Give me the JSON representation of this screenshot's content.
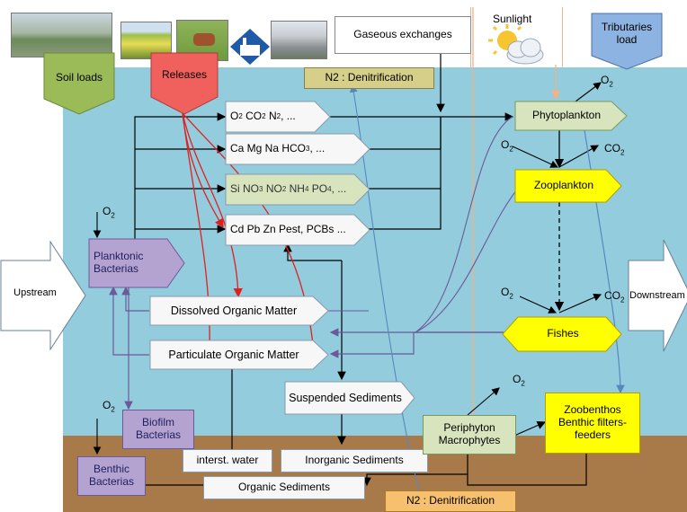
{
  "header": {
    "sunlight": "Sunlight",
    "gaseous_exchanges": "Gaseous exchanges",
    "tributaries_load": "Tributaries load",
    "n2_denitrification_top": "N2 : Denitrification"
  },
  "inputs": {
    "soil_loads": "Soil loads",
    "releases": "Releases",
    "upstream": "Upstream",
    "downstream": "Downstream"
  },
  "dissolved": {
    "gases_o2": "O",
    "gases_co2": "CO",
    "gases_n2": "N",
    "gases_rest": ", ...",
    "ions": "Ca Mg Na HCO",
    "ions_rest": ", ...",
    "nutrients": "Si NO",
    "nutrients_no2": "NO",
    "nutrients_nh4": "NH",
    "nutrients_po4": "PO",
    "nutrients_rest": ", ...",
    "pollutants": "Cd Pb Zn Pest, PCBs ..."
  },
  "subscripts": {
    "two": "2",
    "three": "3",
    "four": "4"
  },
  "organisms": {
    "planktonic_bacterias": "Planktonic Bacterias",
    "biofilm_bacterias": "Biofilm Bacterias",
    "benthic_bacterias": "Benthic Bacterias",
    "phytoplankton": "Phytoplankton",
    "zooplankton": "Zooplankton",
    "fishes": "Fishes",
    "periphyton": "Periphyton Macrophytes",
    "zoobenthos": "Zoobenthos Benthic filters-feeders"
  },
  "matter": {
    "dissolved_om": "Dissolved Organic Matter",
    "particulate_om": "Particulate Organic Matter",
    "suspended_sediments": "Suspended Sediments",
    "interst_water": "interst. water",
    "inorganic_sediments": "Inorganic Sediments",
    "organic_sediments": "Organic Sediments",
    "n2_denitrification_bottom": "N2 : Denitrification"
  },
  "gas_labels": {
    "o2": "O",
    "co2": "CO",
    "sub": "2"
  },
  "colors": {
    "water": "#93cddd",
    "sediment": "#a87a4a",
    "planktonic_fill": "#b4a3d0",
    "phyto_fill": "#d7e4bd",
    "yellow_fill": "#ffff00",
    "releases_fill": "#f0605d",
    "soil_fill": "#9bbb59",
    "tributaries_fill": "#8db3e2",
    "denitrification_fill": "#d6cf8a",
    "denitrification_bottom_fill": "#f6c06f",
    "red_arrow": "#e02020",
    "purple_arrow": "#6a5a9a",
    "blue_arrow": "#5a86c0",
    "peach_arrow": "#f4b183"
  },
  "icons": [
    "landscape-photo",
    "crop-field-photo",
    "cow-pasture-photo",
    "industry-icon",
    "city-photo",
    "sun-cloud-icon"
  ]
}
